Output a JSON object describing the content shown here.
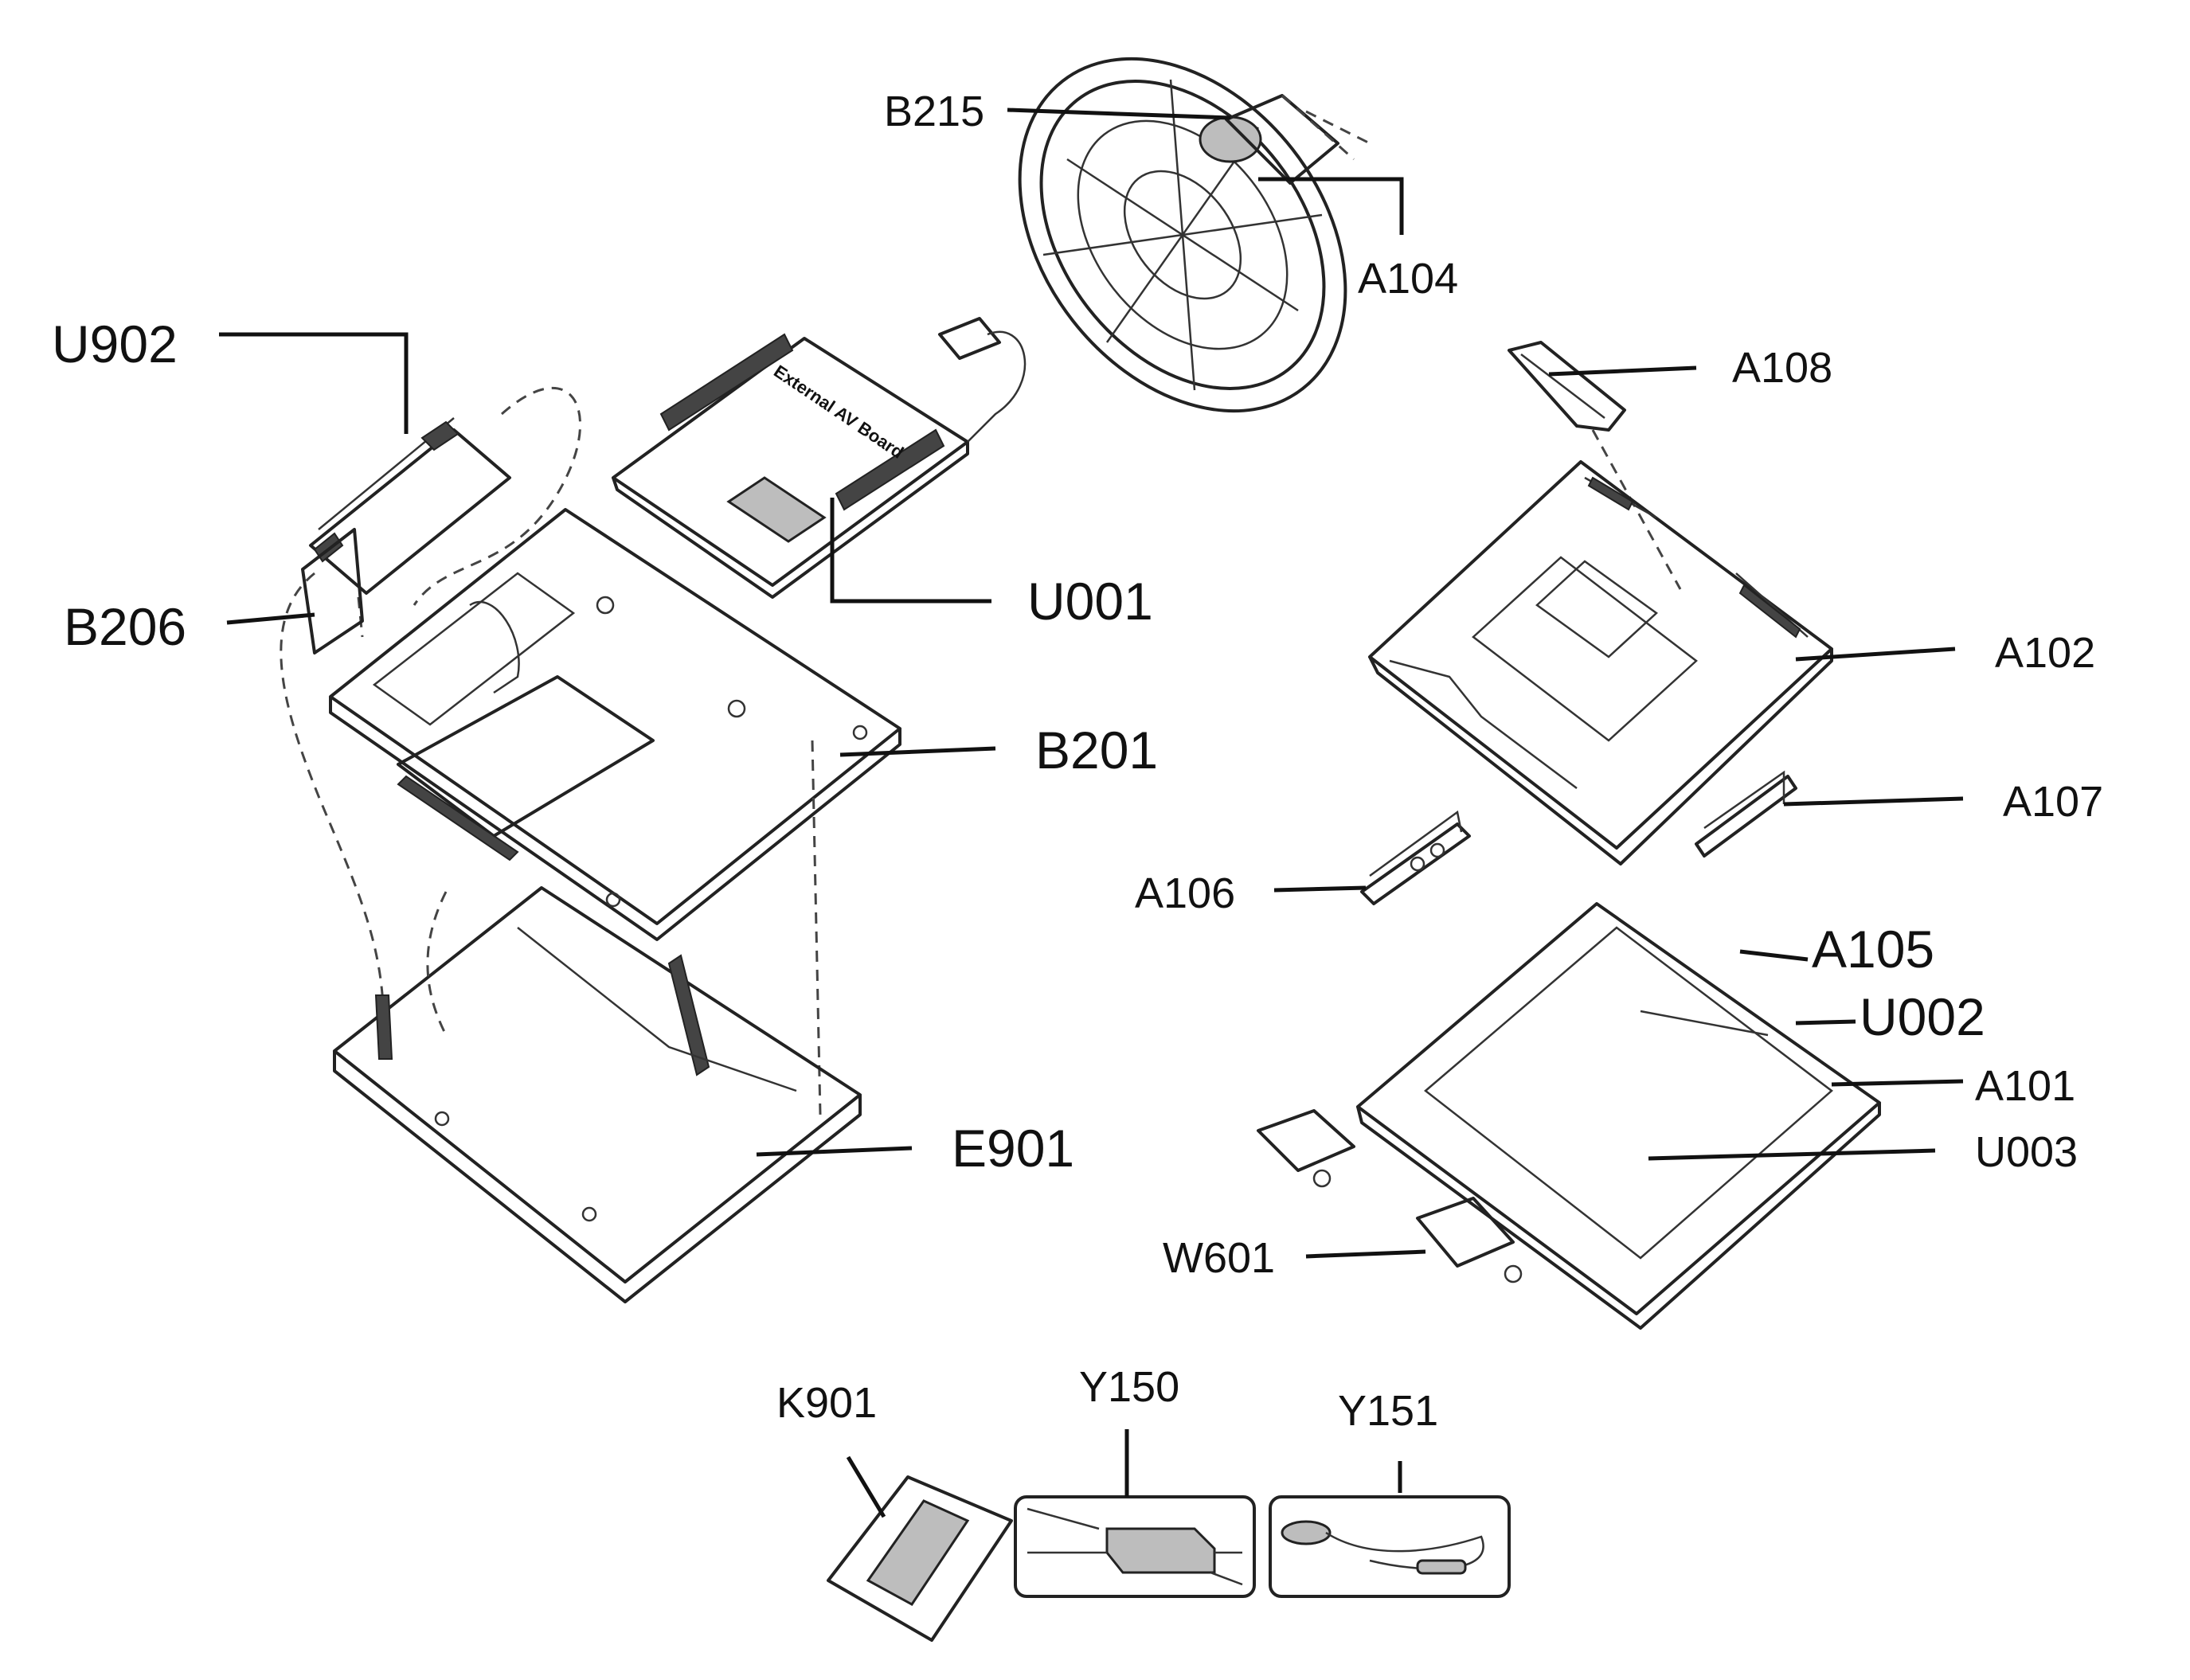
{
  "labels": {
    "B215": "B215",
    "A104": "A104",
    "U902": "U902",
    "A108": "A108",
    "U001": "U001",
    "B206": "B206",
    "A102": "A102",
    "B201": "B201",
    "A107": "A107",
    "A106": "A106",
    "A105": "A105",
    "U002": "U002",
    "A101": "A101",
    "E901": "E901",
    "U003": "U003",
    "W601": "W601",
    "K901": "K901",
    "Y150": "Y150",
    "Y151": "Y151"
  },
  "board_text": "External AV Board",
  "colors": {
    "ink": "#111111",
    "paper": "#ffffff"
  }
}
